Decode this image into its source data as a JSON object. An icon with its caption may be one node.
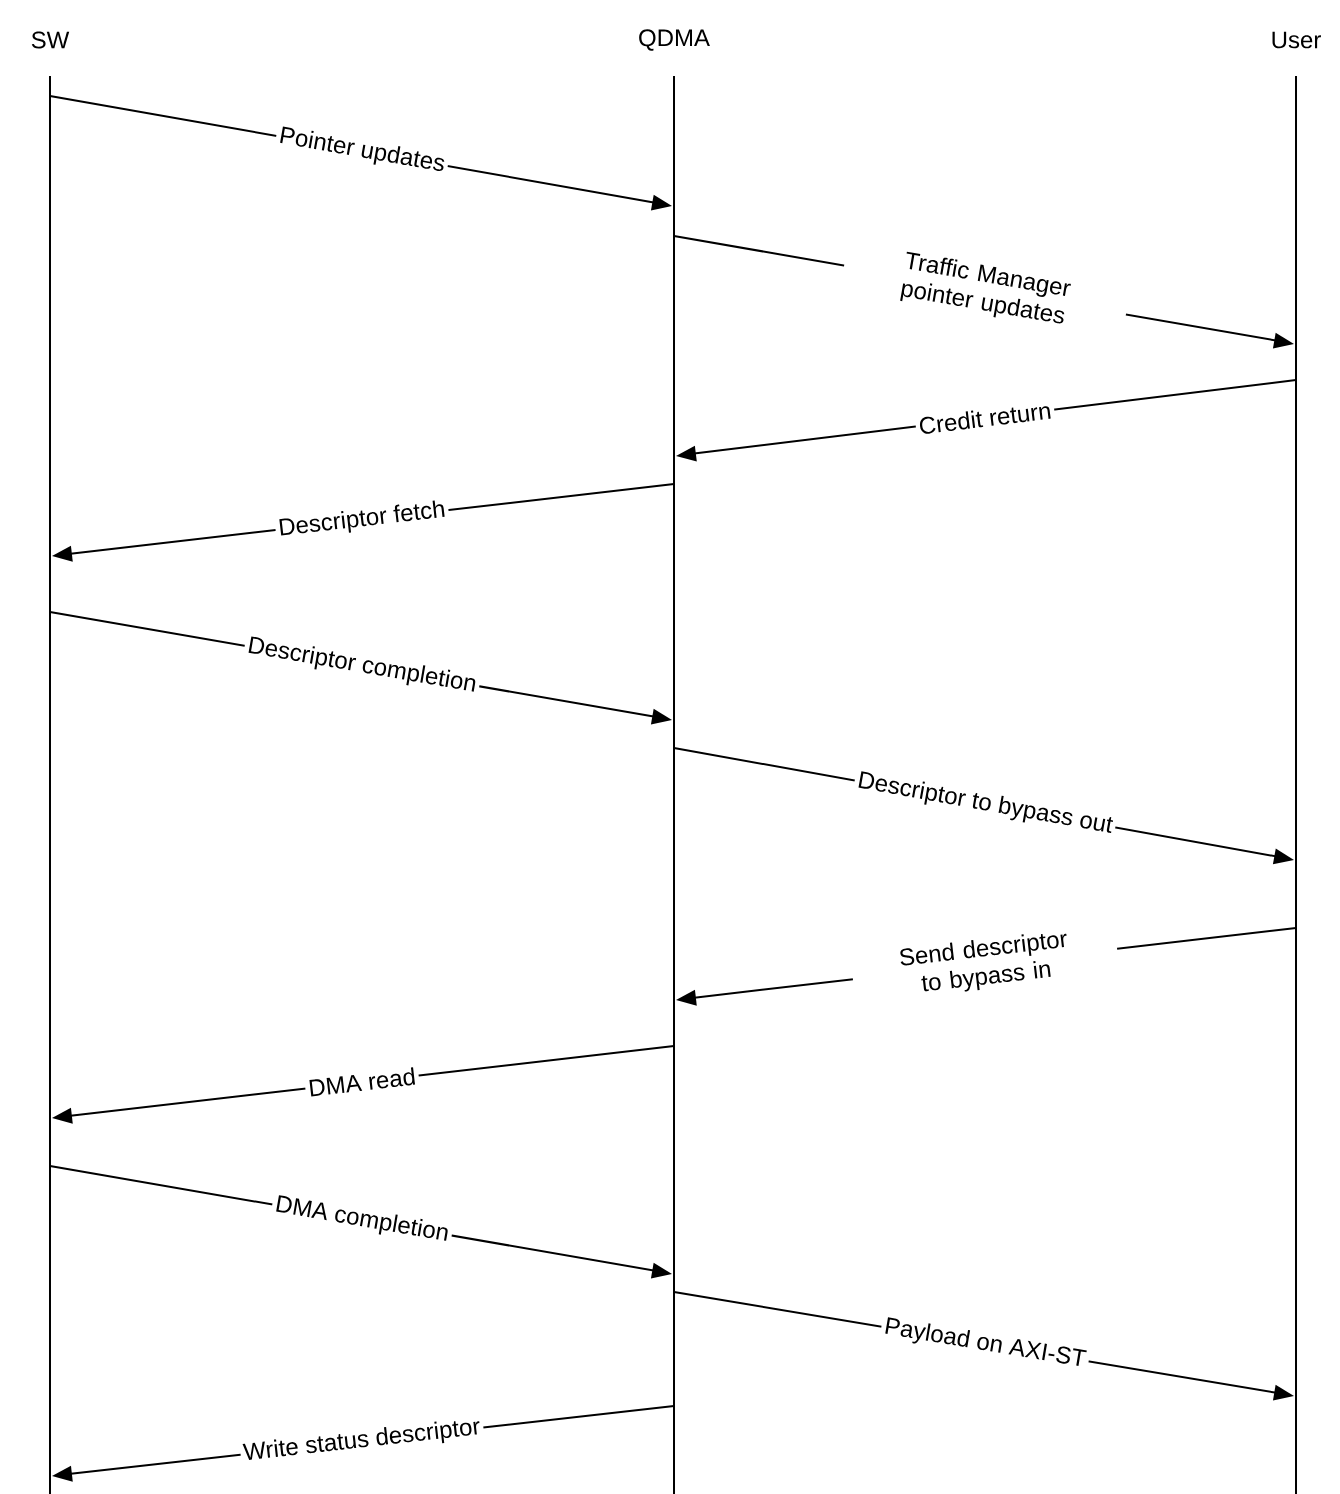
{
  "diagram": {
    "nodes": [
      {
        "text": [
          "SW"
        ]
      },
      {
        "text": [
          "QDMA"
        ]
      },
      {
        "text": [
          "User"
        ]
      }
    ],
    "edges": [
      {
        "from": 0,
        "to": 1,
        "arrow": "to",
        "label": "Pointer updates"
      },
      {
        "from": 1,
        "to": 2,
        "arrow": "to",
        "label": "Traffic Manager pointer updates"
      },
      {
        "from": 2,
        "to": 1,
        "arrow": "to",
        "label": "Credit return"
      },
      {
        "from": 1,
        "to": 0,
        "arrow": "to",
        "label": "Descriptor fetch"
      },
      {
        "from": 0,
        "to": 1,
        "arrow": "to",
        "label": "Descriptor completion"
      },
      {
        "from": 1,
        "to": 2,
        "arrow": "to",
        "label": "Descriptor to bypass out"
      },
      {
        "from": 2,
        "to": 1,
        "arrow": "to",
        "label": "Send descriptor to bypass in"
      },
      {
        "from": 1,
        "to": 0,
        "arrow": "to",
        "label": "DMA read"
      },
      {
        "from": 0,
        "to": 1,
        "arrow": "to",
        "label": "DMA completion"
      },
      {
        "from": 1,
        "to": 2,
        "arrow": "to",
        "label": "Payload on AXI-ST"
      },
      {
        "from": 1,
        "to": 0,
        "arrow": "to",
        "label": "Write status descriptor"
      }
    ]
  }
}
